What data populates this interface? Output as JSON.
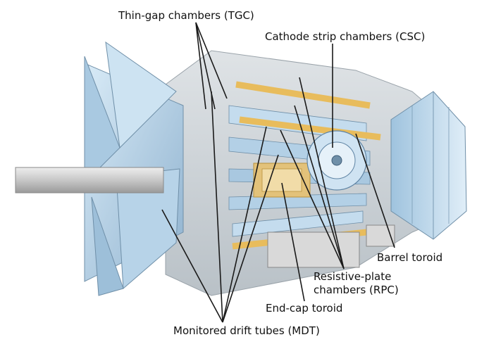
{
  "diagram": {
    "labels": {
      "tgc": "Thin-gap chambers (TGC)",
      "csc": "Cathode strip chambers (CSC)",
      "barrel_toroid": "Barrel toroid",
      "rpc_line1": "Resistive-plate",
      "rpc_line2": "chambers (RPC)",
      "endcap_toroid": "End-cap toroid",
      "mdt": "Monitored drift tubes (MDT)"
    },
    "colors": {
      "chamber_panel": "#b9d6ea",
      "chamber_panel_dark": "#8fb2cf",
      "toroid_coil": "#e8bc5c",
      "support_structure": "#d9d9d9",
      "beam_pipe": "#c8c8c8",
      "leader_line": "#1a1a1a"
    }
  }
}
